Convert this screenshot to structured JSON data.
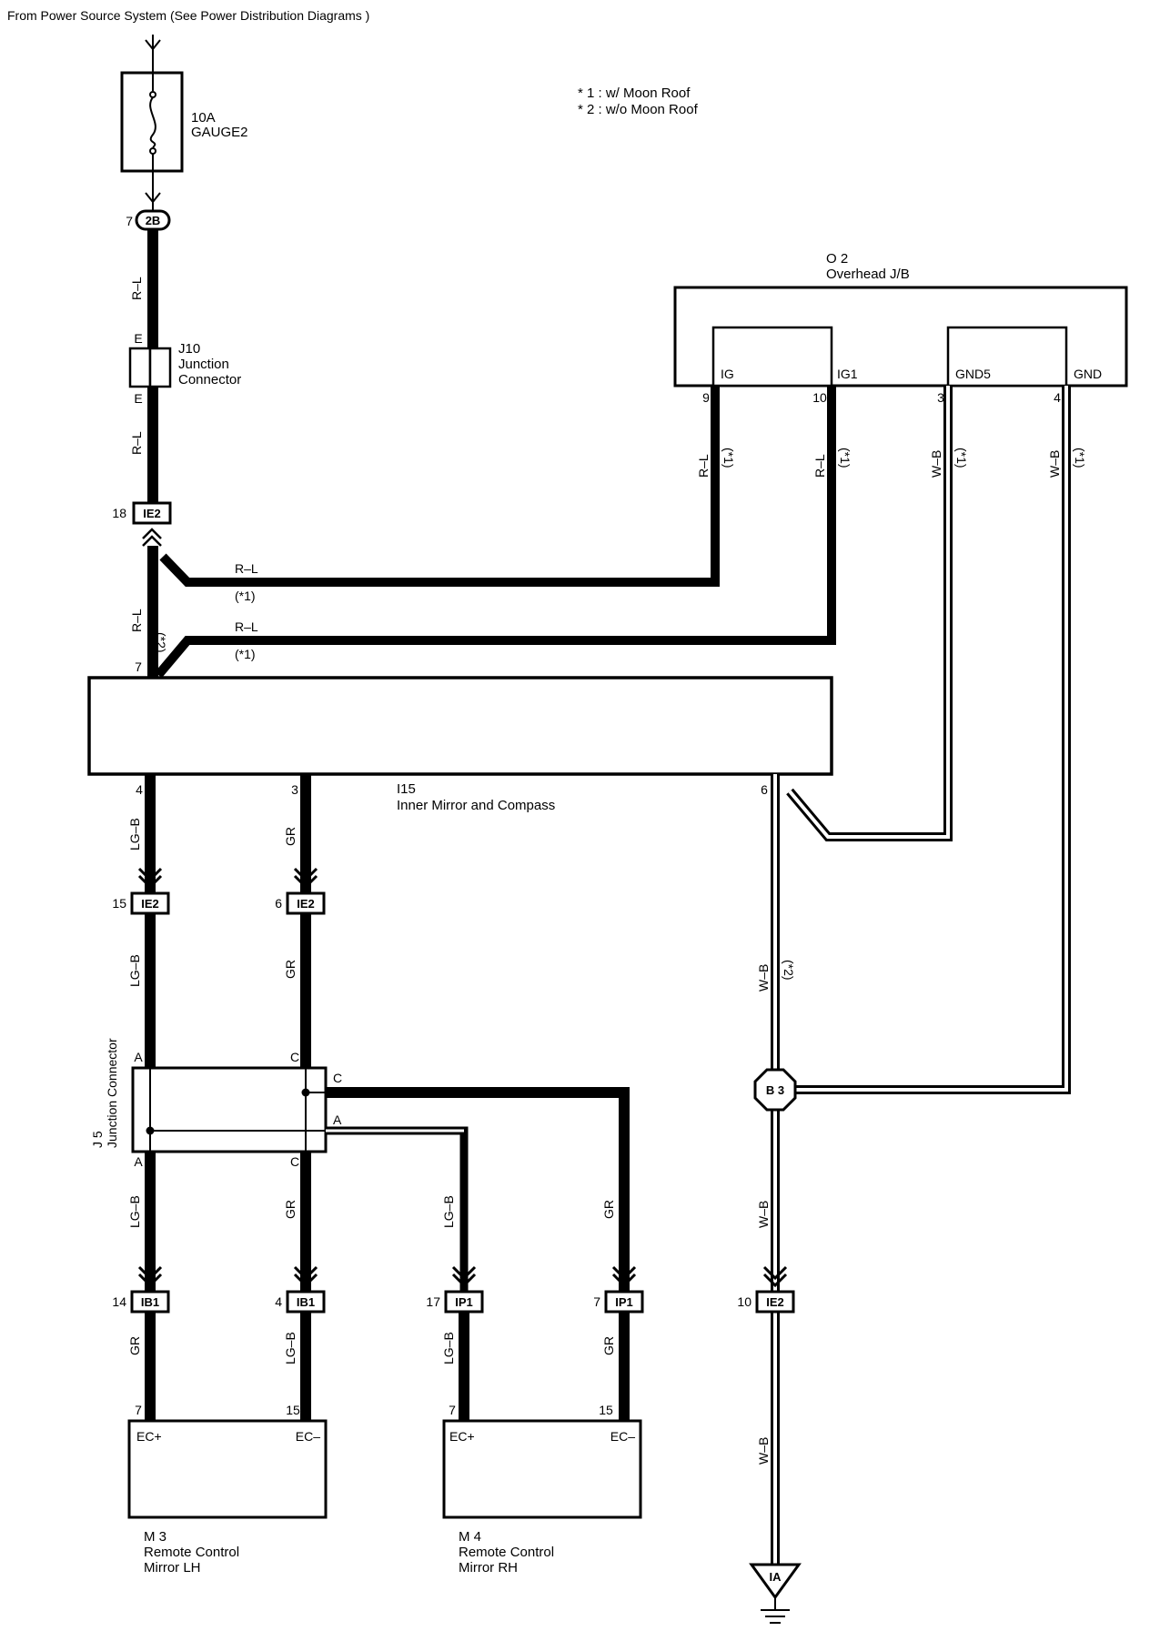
{
  "header": {
    "source_text": "From Power Source System (See Power Distribution Diagrams )"
  },
  "notes": {
    "note1": "* 1 : w/ Moon Roof",
    "note2": "* 2 : w/o Moon Roof"
  },
  "fuse": {
    "amps": "10A",
    "name": "GAUGE2"
  },
  "connectors": {
    "c2B": {
      "id": "2B",
      "pin": "7"
    },
    "j10": {
      "id": "J10",
      "line1": "Junction",
      "line2": "Connector",
      "pin_top": "E",
      "pin_bottom": "E"
    },
    "ie2_18": {
      "id": "IE2",
      "pin": "18"
    },
    "ie2_15": {
      "id": "IE2",
      "pin": "15"
    },
    "ie2_6": {
      "id": "IE2",
      "pin": "6"
    },
    "ie2_10": {
      "id": "IE2",
      "pin": "10"
    },
    "ib1_14": {
      "id": "IB1",
      "pin": "14"
    },
    "ib1_4": {
      "id": "IB1",
      "pin": "4"
    },
    "ip1_17": {
      "id": "IP1",
      "pin": "17"
    },
    "ip1_7": {
      "id": "IP1",
      "pin": "7"
    },
    "b3": {
      "id": "B 3"
    },
    "ia": {
      "id": "IA"
    }
  },
  "overhead_jb": {
    "code": "O 2",
    "name": "Overhead J/B",
    "terminals": [
      {
        "name": "IG",
        "pin": "9"
      },
      {
        "name": "IG1",
        "pin": "10"
      },
      {
        "name": "GND5",
        "pin": "3"
      },
      {
        "name": "GND",
        "pin": "4"
      }
    ]
  },
  "mirror": {
    "code": "I15",
    "name": "Inner Mirror and Compass",
    "pin_top": "7",
    "pin_a": "4",
    "pin_b": "3",
    "pin_gnd": "6"
  },
  "j5": {
    "id": "J 5",
    "name": "Junction Connector",
    "pin_a": "A",
    "pin_c": "C"
  },
  "m3": {
    "code": "M 3",
    "line1": "Remote Control",
    "line2": "Mirror LH",
    "t1": "EC+",
    "t2": "EC–",
    "p1": "7",
    "p2": "15"
  },
  "m4": {
    "code": "M 4",
    "line1": "Remote Control",
    "line2": "Mirror RH",
    "t1": "EC+",
    "t2": "EC–",
    "p1": "7",
    "p2": "15"
  },
  "wires": {
    "rl": "R–L",
    "lgb": "LG–B",
    "gr": "GR",
    "wb": "W–B",
    "note1": "(*1)",
    "note2": "(*2)"
  },
  "colors": {
    "line": "#000000",
    "background": "#ffffff"
  }
}
